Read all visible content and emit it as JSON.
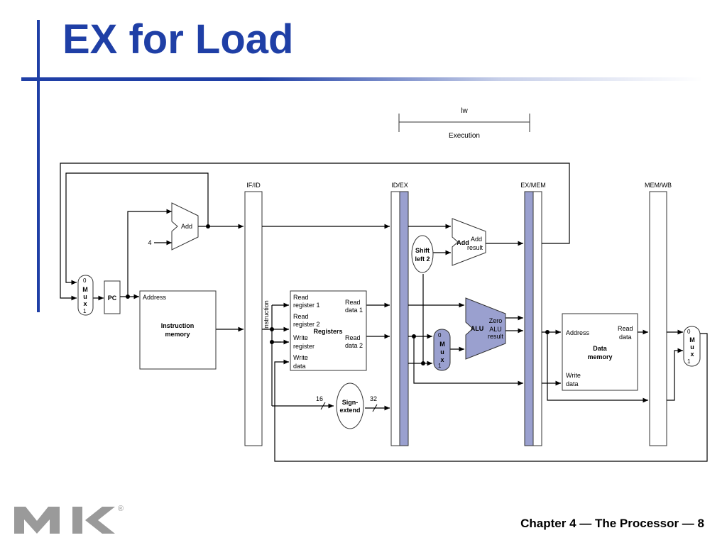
{
  "slide": {
    "title": "EX for Load",
    "footer": "Chapter 4 — The Processor — 8",
    "logo_mark": "®"
  },
  "stage_marker": {
    "instr": "lw",
    "stage": "Execution"
  },
  "pipeline_registers": [
    "IF/ID",
    "ID/EX",
    "EX/MEM",
    "MEM/WB"
  ],
  "pc_adder": {
    "label": "Add",
    "constant": "4"
  },
  "pc": "PC",
  "pc_mux": {
    "l0": "0",
    "letters": [
      "M",
      "u",
      "x"
    ],
    "l1": "1"
  },
  "instruction_memory": {
    "port": "Address",
    "name_line1": "Instruction",
    "name_line2": "memory"
  },
  "instruction_field": "Instruction",
  "registers": {
    "name": "Registers",
    "read_reg1": [
      "Read",
      "register 1"
    ],
    "read_reg2": [
      "Read",
      "register 2"
    ],
    "write_reg": [
      "Write",
      "register"
    ],
    "write_data": [
      "Write",
      "data"
    ],
    "read_data1": [
      "Read",
      "data 1"
    ],
    "read_data2": [
      "Read",
      "data 2"
    ]
  },
  "sign_extend": {
    "line1": "Sign-",
    "line2": "extend",
    "in_bits": "16",
    "out_bits": "32"
  },
  "shift_left": {
    "line1": "Shift",
    "line2": "left 2"
  },
  "branch_adder": {
    "label": "Add",
    "out_line1": "Add",
    "out_line2": "result"
  },
  "alu_src_mux": {
    "l0": "0",
    "letters": [
      "M",
      "u",
      "x"
    ],
    "l1": "1"
  },
  "alu": {
    "label": "ALU",
    "zero": "Zero",
    "result_line1": "ALU",
    "result_line2": "result"
  },
  "data_memory": {
    "address": "Address",
    "read_data": [
      "Read",
      "data"
    ],
    "write_data": [
      "Write",
      "data"
    ],
    "name_line1": "Data",
    "name_line2": "memory"
  },
  "wb_mux": {
    "l0": "0",
    "letters": [
      "M",
      "u",
      "x"
    ],
    "l1": "1"
  },
  "colors": {
    "title_blue": "#1f3fa6",
    "highlight": "#9aa0cf",
    "logo_gray": "#9a9a9a"
  }
}
